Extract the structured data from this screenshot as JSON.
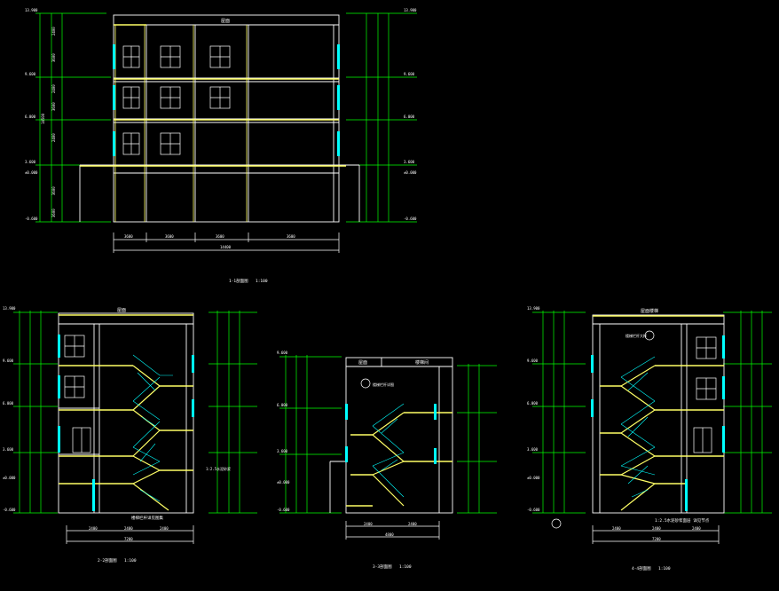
{
  "drawing": {
    "top_elevation": {
      "roof_label": "屋面",
      "caption": "1-1剖面图",
      "scale": "1:100",
      "levels_left": [
        "13.900",
        "9.600",
        "6.000",
        "3.600",
        "±0.000",
        "-0.600"
      ],
      "levels_right": [
        "13.900",
        "9.600",
        "6.000",
        "3.600",
        "±0.000",
        "-0.600"
      ],
      "vdims_left": [
        "2400",
        "3600",
        "2400",
        "3600",
        "2400",
        "3600",
        "3600"
      ],
      "total_height": "14500",
      "hdims": [
        "3600",
        "3600",
        "3600",
        "3600"
      ],
      "total_width": "14400"
    },
    "stair_section_a": {
      "roof_label": "屋面",
      "caption": "2-2剖面图",
      "scale": "1:100",
      "note": "楼梯栏杆详见图集",
      "annotation": "1:2.5水泥砂浆",
      "levels": [
        "13.900",
        "9.600",
        "6.000",
        "3.600",
        "±0.000",
        "-0.600"
      ],
      "hdims": [
        "2400",
        "2400",
        "2400"
      ],
      "total_width": "7200"
    },
    "stair_section_b": {
      "roof_label": "屋面",
      "room_label": "楼梯间",
      "caption": "3-3剖面图",
      "scale": "1:100",
      "annotation": "楼梯栏杆详图",
      "levels": [
        "9.600",
        "6.000",
        "3.600",
        "±0.000",
        "-0.600"
      ],
      "hdims": [
        "2400",
        "2400"
      ],
      "total_width": "4800"
    },
    "stair_section_c": {
      "roof_label": "屋面楼梯",
      "caption": "4-4剖面图",
      "scale": "1:100",
      "note": "1:2.5水泥砂浆面层 详见节点",
      "annotation": "楼梯栏杆大样",
      "levels": [
        "13.900",
        "9.600",
        "6.000",
        "3.600",
        "±0.000",
        "-0.600"
      ],
      "hdims": [
        "2400",
        "2400",
        "2400"
      ],
      "total_width": "7200"
    },
    "colors": {
      "background": "#000000",
      "wall": "#ffffff",
      "dimension": "#00ff00",
      "slab": "#ffff66",
      "window": "#00ffff",
      "text": "#ffffff"
    }
  }
}
